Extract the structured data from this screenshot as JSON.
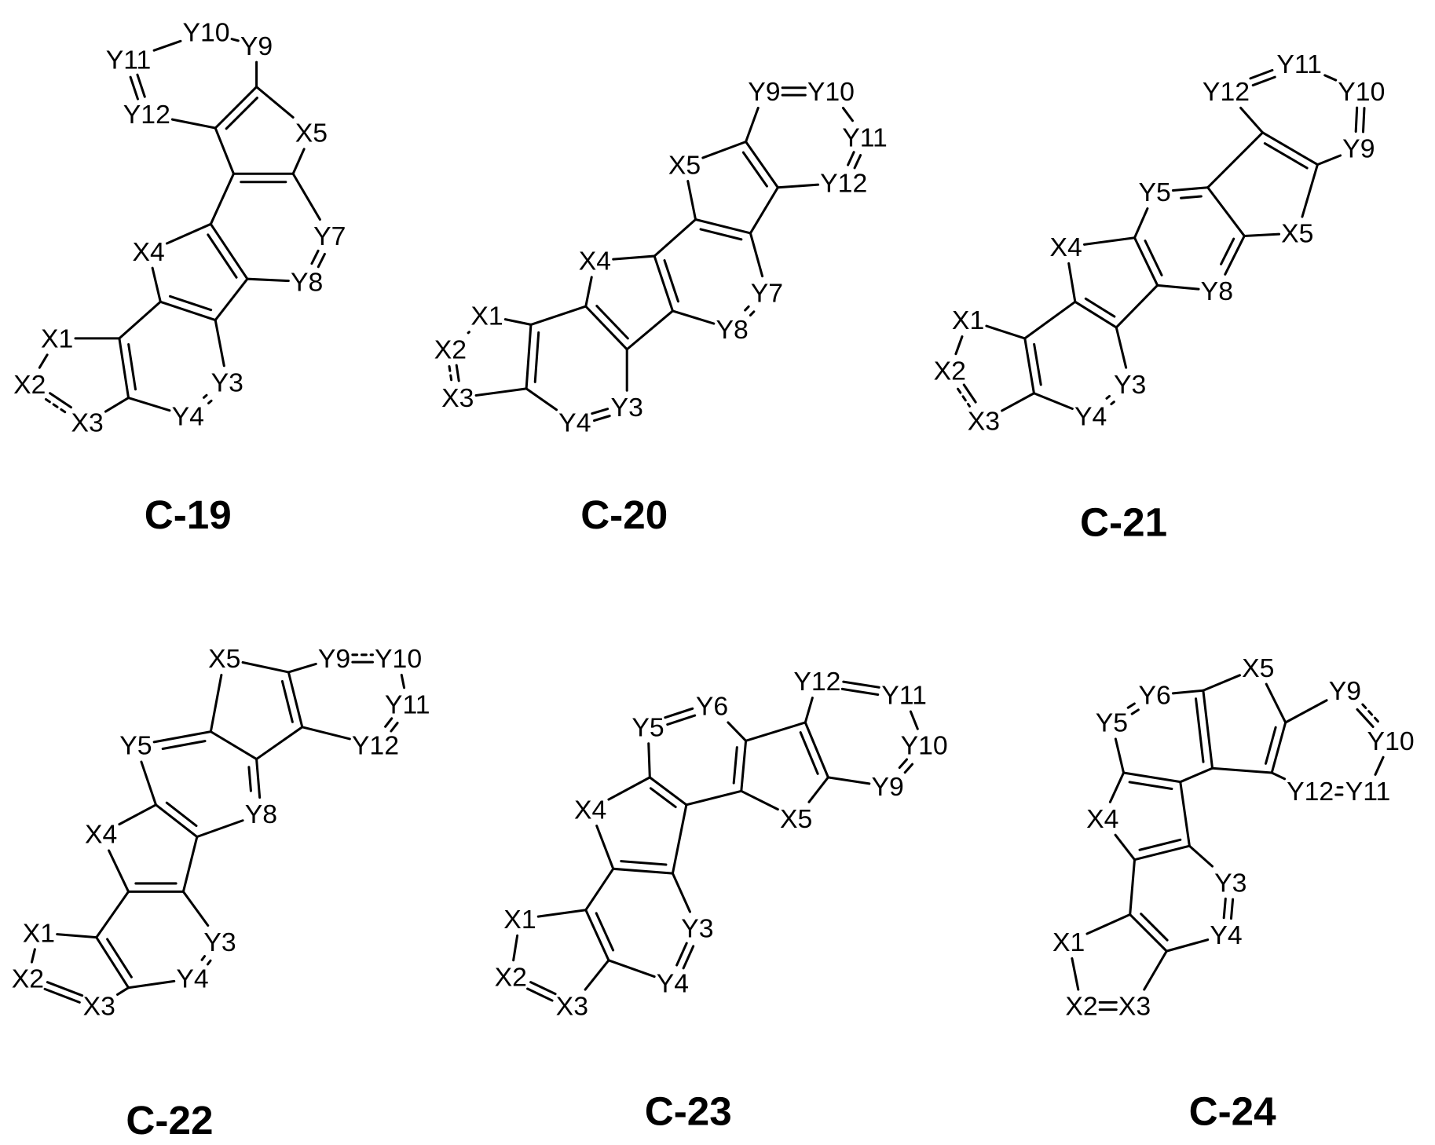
{
  "figure": {
    "compounds": [
      {
        "name": "C-19",
        "atoms": [
          "Y11",
          "Y10",
          "Y9",
          "Y12",
          "X5",
          "Y7",
          "Y8",
          "X4",
          "X1",
          "X2",
          "X3",
          "Y4",
          "Y3"
        ]
      },
      {
        "name": "C-20",
        "atoms": [
          "Y9",
          "Y10",
          "Y11",
          "Y12",
          "X5",
          "Y7",
          "Y8",
          "X4",
          "X1",
          "X2",
          "X3",
          "Y4",
          "Y3"
        ]
      },
      {
        "name": "C-21",
        "atoms": [
          "Y12",
          "Y11",
          "Y10",
          "Y9",
          "X5",
          "Y8",
          "Y5",
          "X4",
          "X1",
          "X2",
          "X3",
          "Y4",
          "Y3"
        ]
      },
      {
        "name": "C-22",
        "atoms": [
          "Y9",
          "Y10",
          "Y11",
          "Y12",
          "X5",
          "Y5",
          "Y8",
          "X4",
          "X1",
          "X2",
          "X3",
          "Y4",
          "Y3"
        ]
      },
      {
        "name": "C-23",
        "atoms": [
          "Y5",
          "Y6",
          "Y12",
          "Y11",
          "Y10",
          "Y9",
          "X5",
          "X4",
          "X1",
          "X2",
          "X3",
          "Y4",
          "Y3"
        ]
      },
      {
        "name": "C-24",
        "atoms": [
          "Y5",
          "Y6",
          "X5",
          "Y9",
          "Y10",
          "Y11",
          "Y12",
          "X4",
          "X1",
          "X2",
          "X3",
          "Y4",
          "Y3"
        ]
      }
    ]
  }
}
